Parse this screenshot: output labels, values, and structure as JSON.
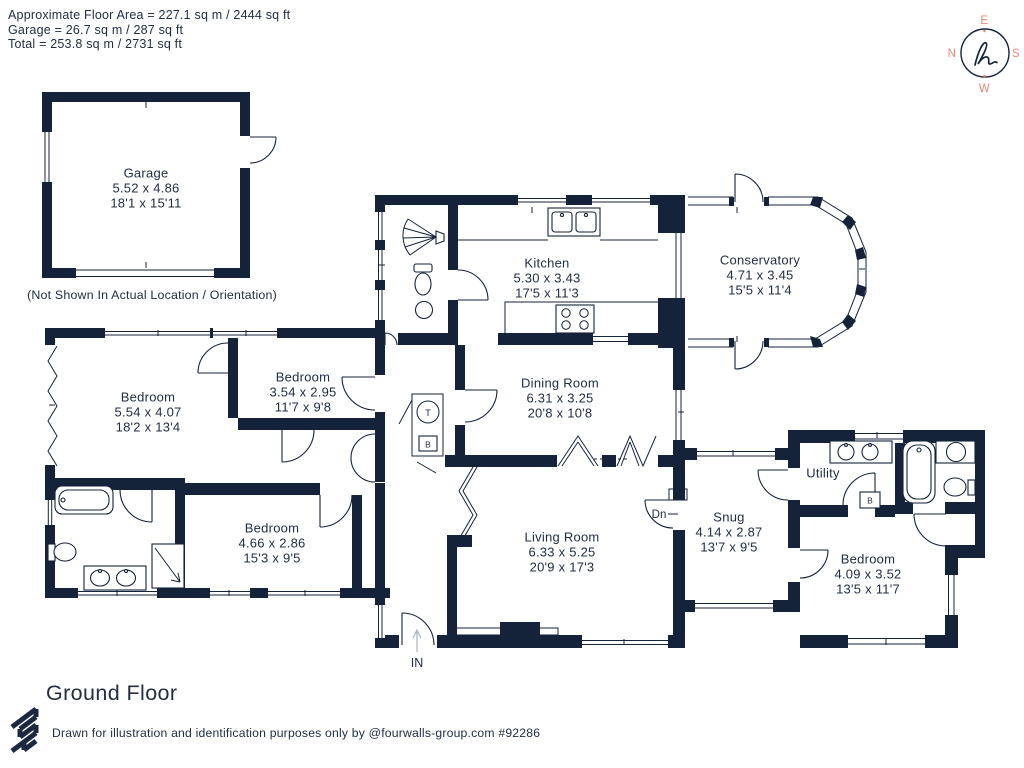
{
  "header": {
    "line1": "Approximate Floor Area = 227.1 sq m / 2444 sq ft",
    "line2": "Garage = 26.7 sq m / 287 sq ft",
    "line3": "Total = 253.8 sq m / 2731 sq ft"
  },
  "compass": {
    "top": "E",
    "left": "N",
    "right": "S",
    "bottom": "W",
    "monogram": "h",
    "letter_color": "#ed8672",
    "icon": "compass-icon"
  },
  "rooms": [
    {
      "name": "Garage",
      "metric": "5.52 x 4.86",
      "imperial": "18'1 x 15'11"
    },
    {
      "name": "Kitchen",
      "metric": "5.30 x 3.43",
      "imperial": "17'5 x 11'3"
    },
    {
      "name": "Conservatory",
      "metric": "4.71 x 3.45",
      "imperial": "15'5 x 11'4"
    },
    {
      "name": "Dining Room",
      "metric": "6.31 x 3.25",
      "imperial": "20'8 x 10'8"
    },
    {
      "name": "Bedroom",
      "metric": "5.54 x 4.07",
      "imperial": "18'2 x 13'4"
    },
    {
      "name": "Bedroom",
      "metric": "3.54 x 2.95",
      "imperial": "11'7 x 9'8"
    },
    {
      "name": "Bedroom",
      "metric": "4.66 x 2.86",
      "imperial": "15'3 x 9'5"
    },
    {
      "name": "Living Room",
      "metric": "6.33 x 5.25",
      "imperial": "20'9 x 17'3"
    },
    {
      "name": "Snug",
      "metric": "4.14 x 2.87",
      "imperial": "13'7 x 9'5"
    },
    {
      "name": "Utility"
    },
    {
      "name": "Bedroom",
      "metric": "4.09 x 3.52",
      "imperial": "13'5 x 11'7"
    }
  ],
  "garage_note": "(Not Shown In Actual Location / Orientation)",
  "markers": {
    "down": "Dn",
    "entrance": "IN",
    "tank": "T",
    "boiler": "B"
  },
  "floor_title": "Ground Floor",
  "footer_text": "Drawn for illustration and identification purposes only by @fourwalls-group.com #92286",
  "colors": {
    "wall": "#15233a",
    "text": "#212e44",
    "accent": "#ed8672"
  }
}
